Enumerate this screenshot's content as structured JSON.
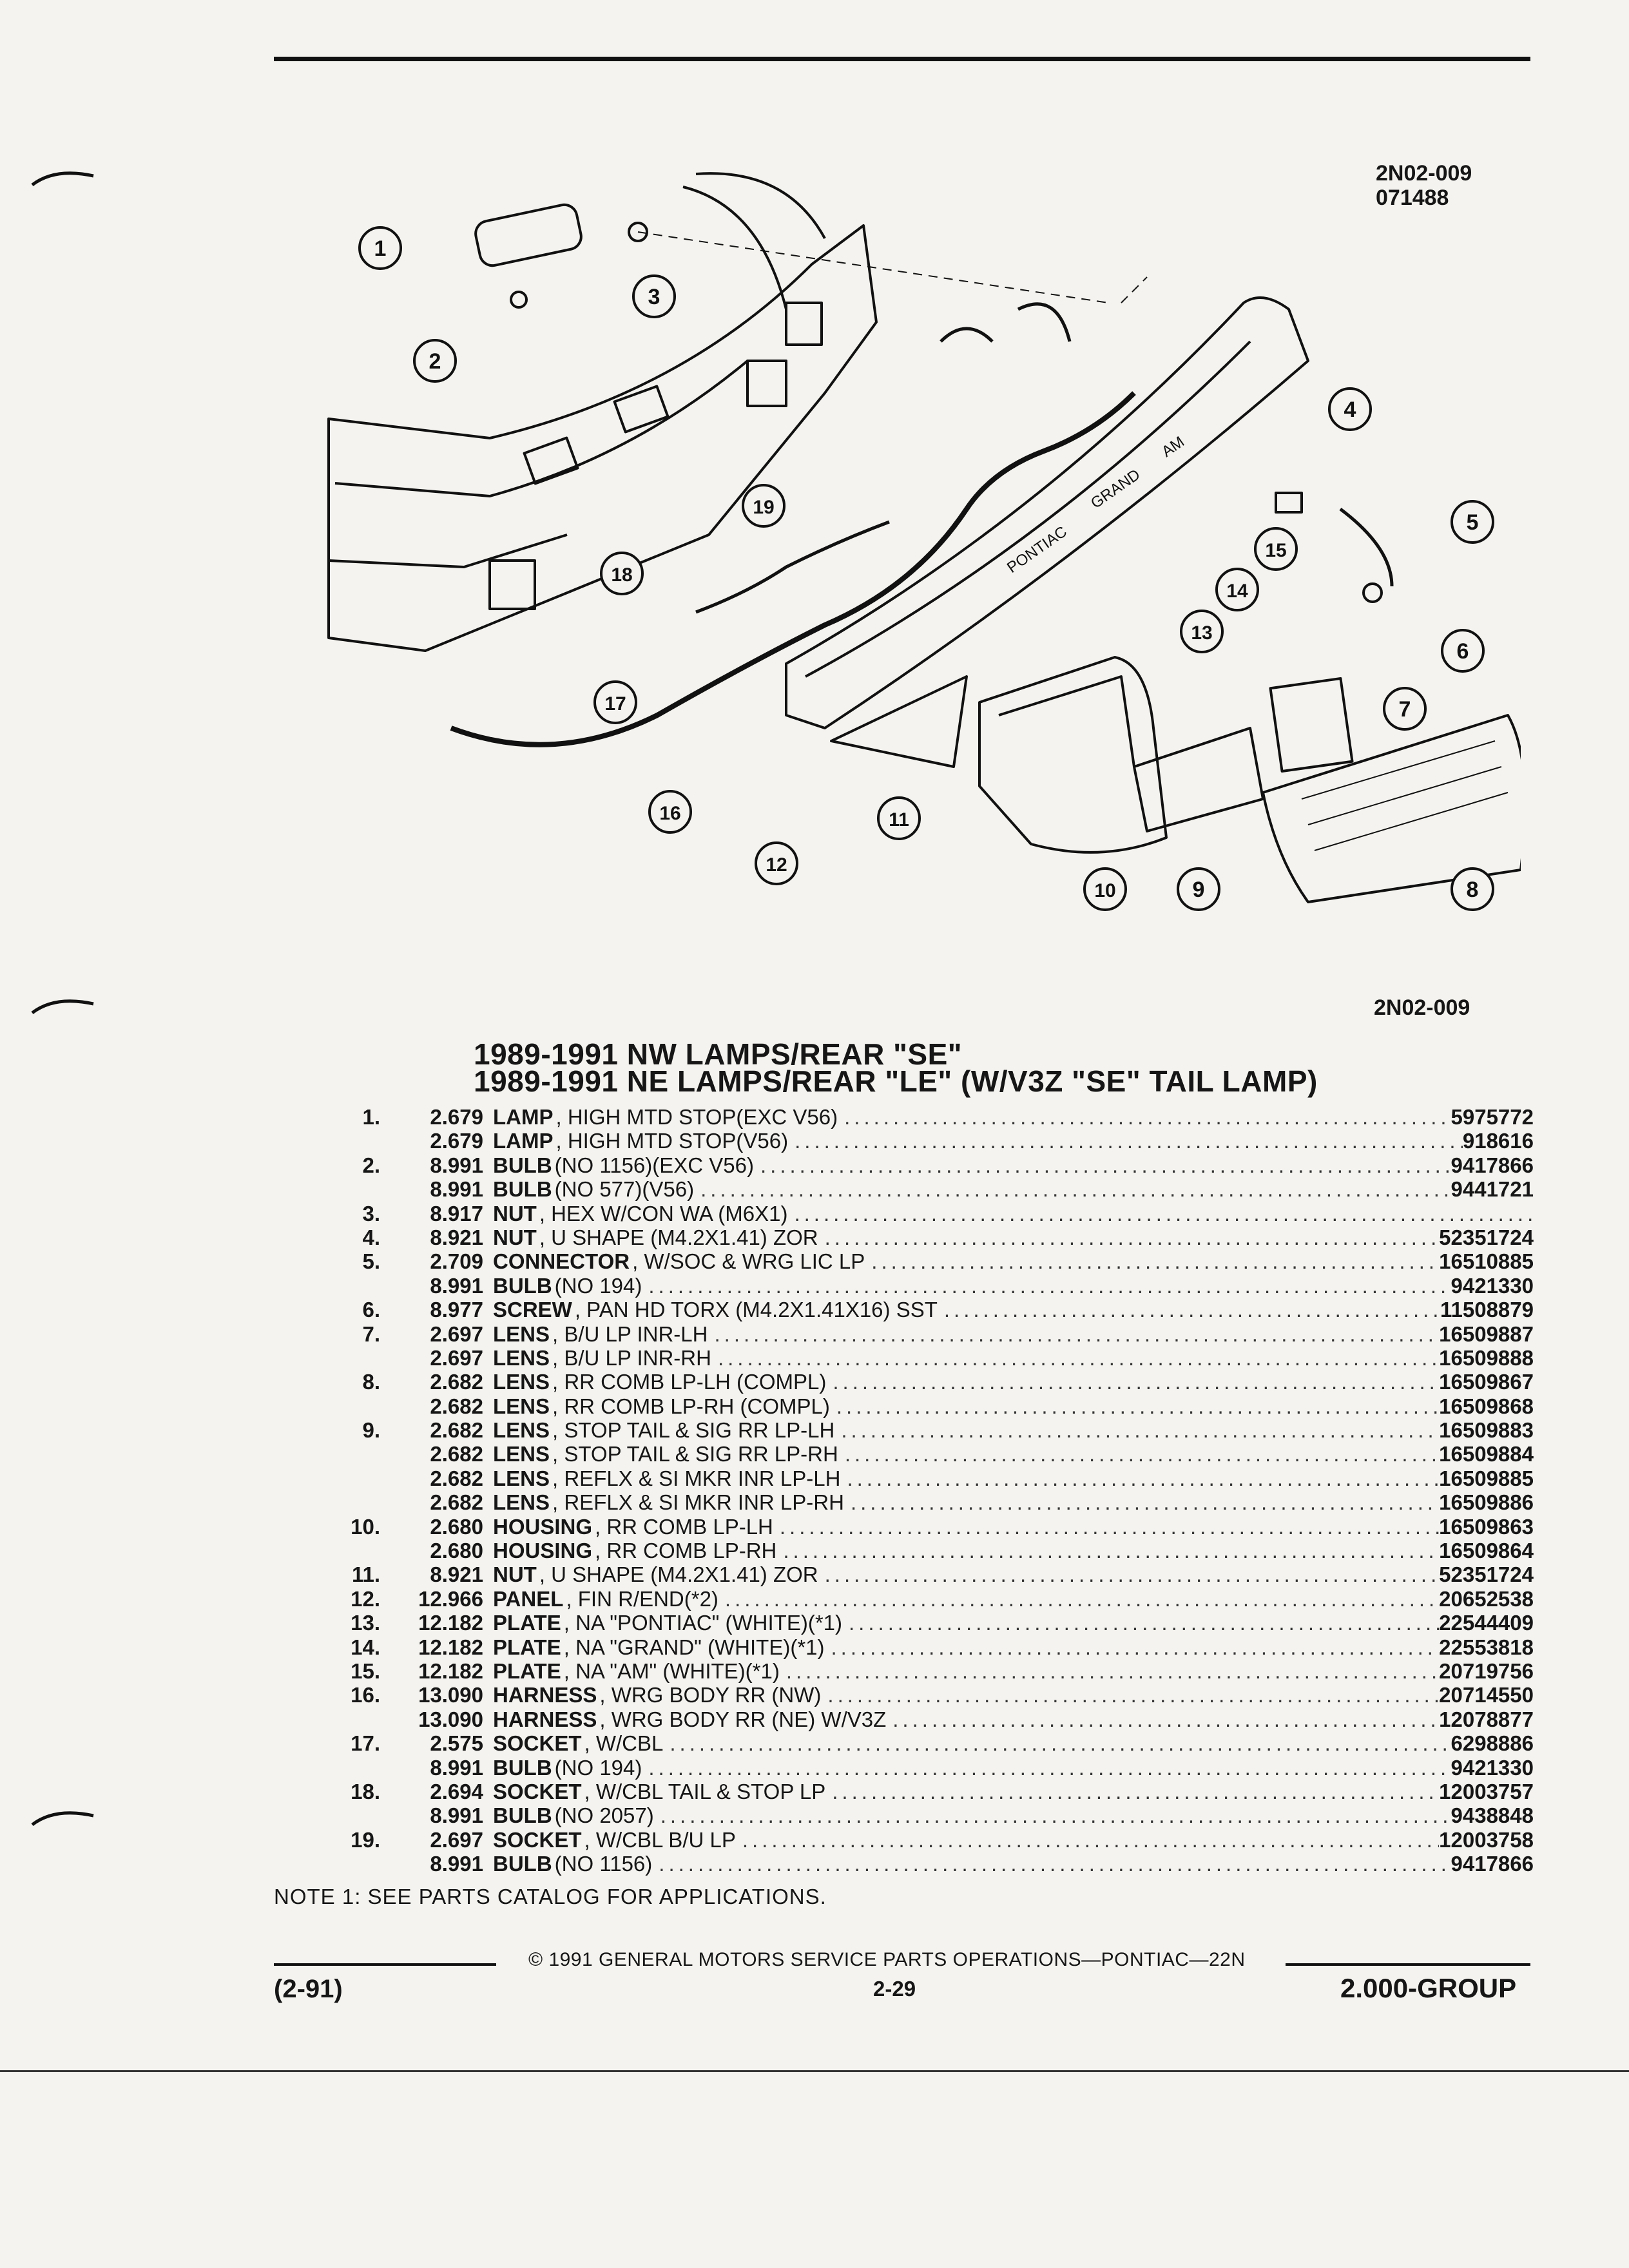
{
  "ref_codes": [
    "2N02-009",
    "071488"
  ],
  "ref_code_bottom": "2N02-009",
  "titles": [
    "1989-1991 NW LAMPS/REAR \"SE\"",
    "1989-1991 NE LAMPS/REAR \"LE\" (W/V3Z \"SE\" TAIL LAMP)"
  ],
  "illustration": {
    "callouts": [
      "1",
      "2",
      "3",
      "4",
      "5",
      "6",
      "7",
      "8",
      "9",
      "10",
      "11",
      "12",
      "13",
      "14",
      "15",
      "16",
      "17",
      "18",
      "19"
    ],
    "nameplate_text": [
      "PONTIAC",
      "GRAND",
      "AM"
    ]
  },
  "parts": [
    {
      "num": "1.",
      "group": "2.679",
      "name": "LAMP",
      "qualifier": ", HIGH MTD STOP(EXC V56)",
      "part_number": "5975772"
    },
    {
      "num": "",
      "group": "2.679",
      "name": "LAMP",
      "qualifier": ", HIGH MTD STOP(V56)",
      "part_number": "918616"
    },
    {
      "num": "2.",
      "group": "8.991",
      "name": "BULB",
      "qualifier": "(NO 1156)(EXC V56)",
      "part_number": "9417866"
    },
    {
      "num": "",
      "group": "8.991",
      "name": "BULB",
      "qualifier": "(NO 577)(V56)",
      "part_number": "9441721"
    },
    {
      "num": "3.",
      "group": "8.917",
      "name": "NUT",
      "qualifier": ", HEX W/CON WA (M6X1)",
      "part_number": ""
    },
    {
      "num": "4.",
      "group": "8.921",
      "name": "NUT",
      "qualifier": ", U SHAPE (M4.2X1.41) ZOR",
      "part_number": "52351724"
    },
    {
      "num": "5.",
      "group": "2.709",
      "name": "CONNECTOR",
      "qualifier": ", W/SOC & WRG LIC LP",
      "part_number": "16510885"
    },
    {
      "num": "",
      "group": "8.991",
      "name": "BULB",
      "qualifier": "(NO 194)",
      "part_number": "9421330"
    },
    {
      "num": "6.",
      "group": "8.977",
      "name": "SCREW",
      "qualifier": ", PAN HD TORX (M4.2X1.41X16) SST",
      "part_number": "11508879"
    },
    {
      "num": "7.",
      "group": "2.697",
      "name": "LENS",
      "qualifier": ", B/U LP INR-LH",
      "part_number": "16509887"
    },
    {
      "num": "",
      "group": "2.697",
      "name": "LENS",
      "qualifier": ", B/U LP INR-RH",
      "part_number": "16509888"
    },
    {
      "num": "8.",
      "group": "2.682",
      "name": "LENS",
      "qualifier": ", RR COMB LP-LH (COMPL)",
      "part_number": "16509867"
    },
    {
      "num": "",
      "group": "2.682",
      "name": "LENS",
      "qualifier": ", RR COMB LP-RH (COMPL)",
      "part_number": "16509868"
    },
    {
      "num": "9.",
      "group": "2.682",
      "name": "LENS",
      "qualifier": ", STOP TAIL & SIG RR LP-LH",
      "part_number": "16509883"
    },
    {
      "num": "",
      "group": "2.682",
      "name": "LENS",
      "qualifier": ", STOP TAIL & SIG RR LP-RH",
      "part_number": "16509884"
    },
    {
      "num": "",
      "group": "2.682",
      "name": "LENS",
      "qualifier": ", REFLX & SI MKR INR LP-LH",
      "part_number": "16509885"
    },
    {
      "num": "",
      "group": "2.682",
      "name": "LENS",
      "qualifier": ", REFLX & SI MKR INR LP-RH",
      "part_number": "16509886"
    },
    {
      "num": "10.",
      "group": "2.680",
      "name": "HOUSING",
      "qualifier": ", RR COMB LP-LH",
      "part_number": "16509863"
    },
    {
      "num": "",
      "group": "2.680",
      "name": "HOUSING",
      "qualifier": ", RR COMB LP-RH",
      "part_number": "16509864"
    },
    {
      "num": "11.",
      "group": "8.921",
      "name": "NUT",
      "qualifier": ", U SHAPE (M4.2X1.41) ZOR",
      "part_number": "52351724"
    },
    {
      "num": "12.",
      "group": "12.966",
      "name": "PANEL",
      "qualifier": ", FIN R/END(*2)",
      "part_number": "20652538"
    },
    {
      "num": "13.",
      "group": "12.182",
      "name": "PLATE",
      "qualifier": ", NA \"PONTIAC\" (WHITE)(*1)",
      "part_number": "22544409"
    },
    {
      "num": "14.",
      "group": "12.182",
      "name": "PLATE",
      "qualifier": ", NA \"GRAND\" (WHITE)(*1)",
      "part_number": "22553818"
    },
    {
      "num": "15.",
      "group": "12.182",
      "name": "PLATE",
      "qualifier": ", NA \"AM\" (WHITE)(*1)",
      "part_number": "20719756"
    },
    {
      "num": "16.",
      "group": "13.090",
      "name": "HARNESS",
      "qualifier": ", WRG BODY RR (NW)",
      "part_number": "20714550"
    },
    {
      "num": "",
      "group": "13.090",
      "name": "HARNESS",
      "qualifier": ", WRG BODY RR (NE) W/V3Z",
      "part_number": "12078877"
    },
    {
      "num": "17.",
      "group": "2.575",
      "name": "SOCKET",
      "qualifier": ", W/CBL",
      "part_number": "6298886"
    },
    {
      "num": "",
      "group": "8.991",
      "name": "BULB",
      "qualifier": "(NO 194)",
      "part_number": "9421330"
    },
    {
      "num": "18.",
      "group": "2.694",
      "name": "SOCKET",
      "qualifier": ", W/CBL TAIL & STOP LP",
      "part_number": "12003757"
    },
    {
      "num": "",
      "group": "8.991",
      "name": "BULB",
      "qualifier": "(NO 2057)",
      "part_number": "9438848"
    },
    {
      "num": "19.",
      "group": "2.697",
      "name": "SOCKET",
      "qualifier": ", W/CBL B/U LP",
      "part_number": "12003758"
    },
    {
      "num": "",
      "group": "8.991",
      "name": "BULB",
      "qualifier": "(NO 1156)",
      "part_number": "9417866"
    }
  ],
  "note": "NOTE  1:  SEE PARTS CATALOG FOR APPLICATIONS.",
  "footer": {
    "copyright": "©  1991  GENERAL MOTORS SERVICE PARTS OPERATIONS—PONTIAC—22N",
    "date": "(2-91)",
    "page": "2-29",
    "group": "2.000-GROUP"
  }
}
